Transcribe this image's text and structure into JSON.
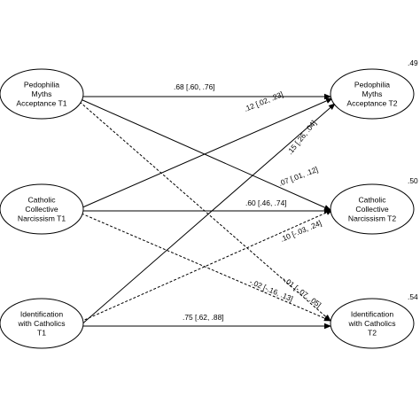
{
  "nodes": {
    "pma_t1": [
      "Pedophilia",
      "Myths",
      "Acceptance T1"
    ],
    "ccn_t1": [
      "Catholic",
      "Collective",
      "Narcissism T1"
    ],
    "idc_t1": [
      "Identification",
      "with Catholics",
      "T1"
    ],
    "pma_t2": [
      "Pedophilia",
      "Myths",
      "Acceptance T2"
    ],
    "ccn_t2": [
      "Catholic",
      "Collective",
      "Narcissism T2"
    ],
    "idc_t2": [
      "Identification",
      "with Catholics",
      "T2"
    ]
  },
  "r_squared": {
    "pma_t2": ".49",
    "ccn_t2": ".50",
    "idc_t2": ".54"
  },
  "paths": [
    {
      "from": "pma_t1",
      "to": "pma_t2",
      "style": "solid",
      "label": ".68 [.60, .76]"
    },
    {
      "from": "ccn_t1",
      "to": "pma_t2",
      "style": "solid",
      "label": ".12 [.02, .23]"
    },
    {
      "from": "idc_t1",
      "to": "pma_t2",
      "style": "solid",
      "label": ".15 [.26, .04]"
    },
    {
      "from": "pma_t1",
      "to": "ccn_t2",
      "style": "solid",
      "label": ".07 [.01, .12]"
    },
    {
      "from": "ccn_t1",
      "to": "ccn_t2",
      "style": "solid",
      "label": ".60 [.46, .74]"
    },
    {
      "from": "idc_t1",
      "to": "ccn_t2",
      "style": "dashed",
      "label": ".10 [-.03, .24]"
    },
    {
      "from": "pma_t1",
      "to": "idc_t2",
      "style": "dashed",
      "label": "-.01 [-.07, .05]"
    },
    {
      "from": "ccn_t1",
      "to": "idc_t2",
      "style": "dashed",
      "label": "-.02 [-.16, .13]"
    },
    {
      "from": "idc_t1",
      "to": "idc_t2",
      "style": "solid",
      "label": ".75 [.62, .88]"
    }
  ]
}
